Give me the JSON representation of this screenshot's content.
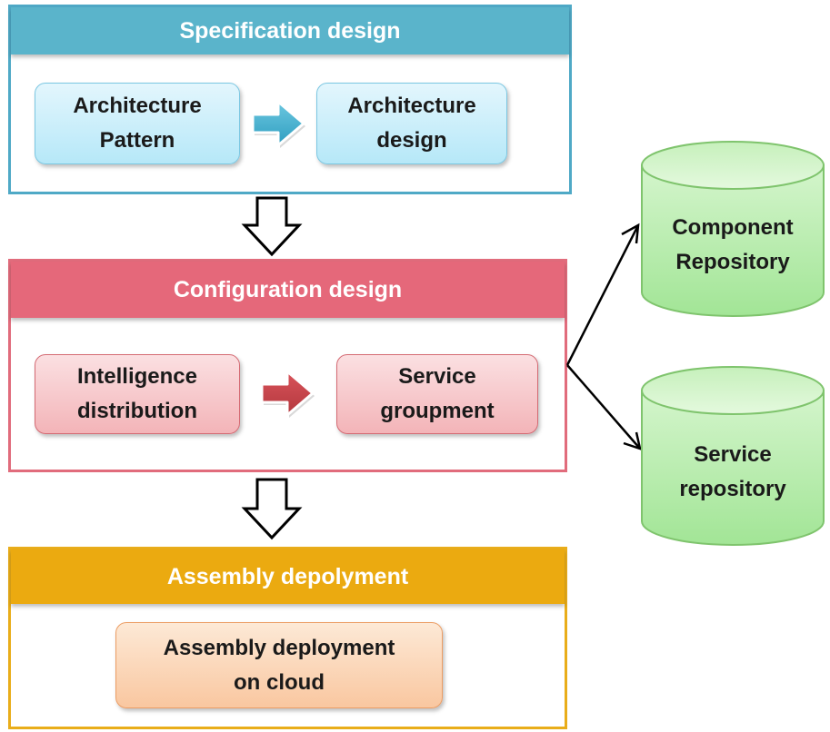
{
  "panels": {
    "specification": {
      "title": "Specification design",
      "boxes": [
        "Architecture\nPattern",
        "Architecture\ndesign"
      ]
    },
    "configuration": {
      "title": "Configuration design",
      "boxes": [
        "Intelligence\ndistribution",
        "Service\ngroupment"
      ]
    },
    "assembly": {
      "title": "Assembly depolyment",
      "boxes": [
        "Assembly deployment\non cloud"
      ]
    }
  },
  "repositories": [
    "Component\nRepository",
    "Service\nrepository"
  ],
  "colors": {
    "specification": "#5ab4cb",
    "configuration": "#e5687a",
    "assembly": "#ebaa10",
    "repository_fill": "#b4ecaa",
    "repository_border": "#7fc46d"
  }
}
